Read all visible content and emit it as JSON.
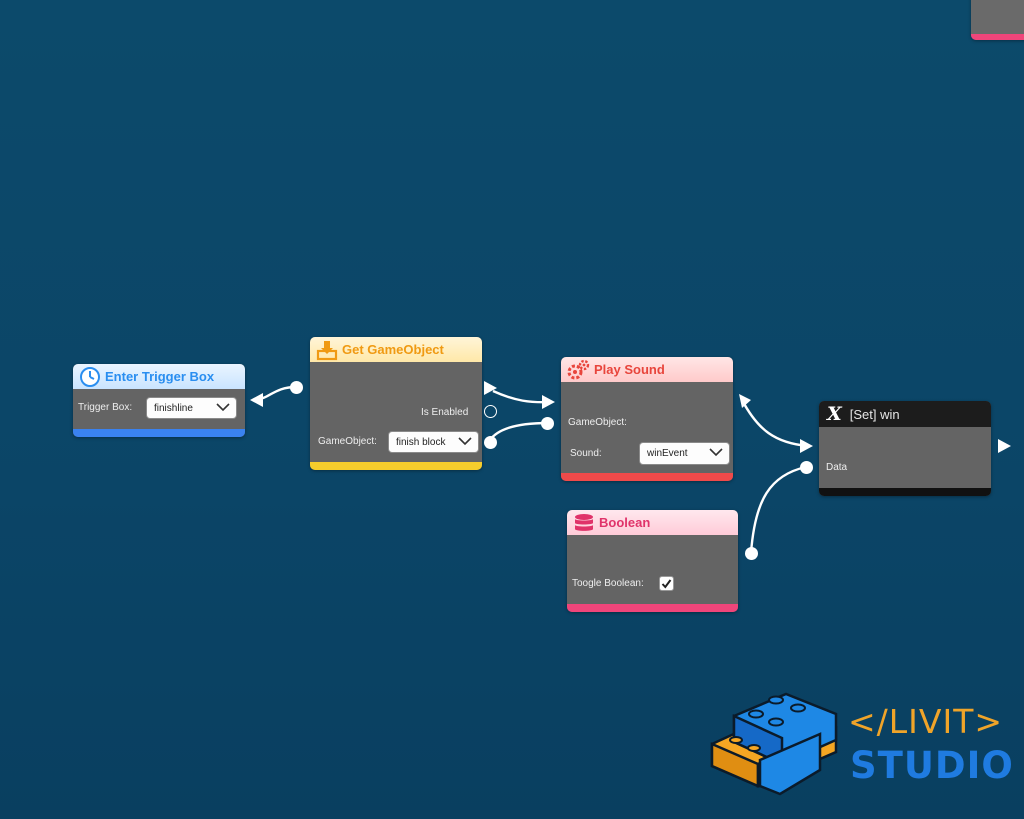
{
  "nodes": {
    "enter_trigger": {
      "title": "Enter Trigger Box",
      "icon": "clock-icon",
      "field_label": "Trigger Box:",
      "field_value": "finishline",
      "colors": {
        "header": "#d6ecff",
        "title": "#2a8ef0",
        "footer": "#3a82f0"
      }
    },
    "get_gameobject": {
      "title": "Get GameObject",
      "icon": "download-box-icon",
      "is_enabled_label": "Is Enabled",
      "field_label": "GameObject:",
      "field_value": "finish block",
      "colors": {
        "header": "#ffeec0",
        "title": "#f09a12",
        "footer": "#f6cd2c"
      }
    },
    "play_sound": {
      "title": "Play Sound",
      "icon": "gears-icon",
      "gameobject_label": "GameObject:",
      "sound_label": "Sound:",
      "sound_value": "winEvent",
      "colors": {
        "header": "#ffd6d6",
        "title": "#e8453c",
        "footer": "#f04a4a"
      }
    },
    "set_win": {
      "title": "[Set] win",
      "icon": "variable-x-icon",
      "data_label": "Data",
      "colors": {
        "header": "#1c1c1c",
        "title": "#e6e6e6",
        "footer": "#111111"
      }
    },
    "boolean": {
      "title": "Boolean",
      "icon": "database-icon",
      "toggle_label": "Toogle Boolean:",
      "toggle_checked": true,
      "colors": {
        "header": "#ffd9e3",
        "title": "#e0336a",
        "footer": "#f0457a"
      }
    }
  },
  "logo": {
    "line1": "</LIVIT>",
    "line2": "STUDIO",
    "colors": {
      "line1": "#f0a429",
      "line2": "#1f7be0",
      "brick_blue": "#1e88e5",
      "brick_orange": "#f5a623"
    }
  },
  "colors": {
    "background": "#0b4567",
    "node_body": "#646464",
    "connection": "#ffffff"
  }
}
